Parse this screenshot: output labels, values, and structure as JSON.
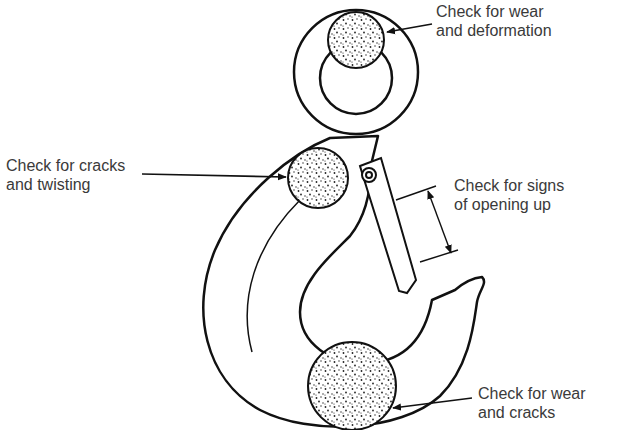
{
  "diagram": {
    "labels": [
      "Check for wear and deformation",
      "Check for cracks and twisting",
      "Check for signs of opening up",
      "Check for wear and cracks"
    ]
  }
}
